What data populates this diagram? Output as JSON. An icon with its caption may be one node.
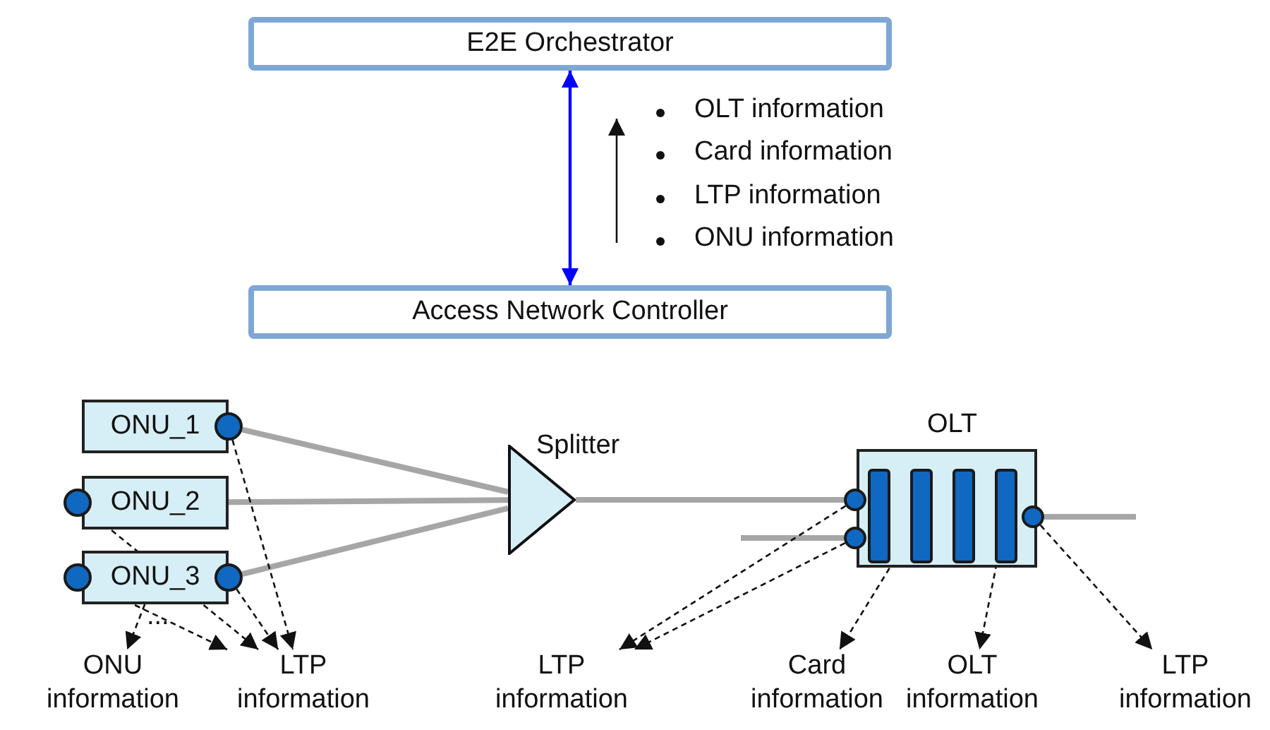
{
  "diagram": {
    "nodes": [
      {
        "text": [
          "E2E Orchestrator"
        ]
      },
      {
        "text": [
          "Access Network Controller"
        ]
      },
      {
        "text": [
          "ONU_1"
        ]
      },
      {
        "text": [],
        "shape": "circle"
      },
      {
        "text": [
          "ONU_2"
        ]
      },
      {
        "text": [],
        "shape": "circle"
      },
      {
        "text": [
          "ONU_3"
        ]
      },
      {
        "text": [],
        "shape": "circle"
      },
      {
        "text": [],
        "shape": "circle"
      },
      {
        "text": [
          "Splitter"
        ]
      },
      {
        "text": [
          "OLT"
        ]
      },
      {
        "text": [],
        "shape": "bar",
        "in": 10
      },
      {
        "text": [],
        "shape": "bar",
        "in": 10
      },
      {
        "text": [],
        "shape": "bar",
        "in": 10
      },
      {
        "text": [],
        "shape": "bar",
        "in": 10
      },
      {
        "text": [],
        "shape": "circle"
      },
      {
        "text": [],
        "shape": "circle"
      },
      {
        "text": [],
        "shape": "circle"
      },
      {
        "text": [
          "ONU information"
        ]
      },
      {
        "text": [
          "LTP information"
        ]
      },
      {
        "text": [
          "LTP information"
        ]
      },
      {
        "text": [
          "Card information"
        ]
      },
      {
        "text": [
          "OLT information"
        ]
      },
      {
        "text": [
          "LTP information"
        ]
      }
    ],
    "edges": [
      {
        "from": 0,
        "to": 1,
        "arrow": "both",
        "color": "#0000ff"
      },
      {
        "from": 3,
        "to": 9,
        "arrow": "none",
        "style": "thick",
        "color": "#a6a6a6"
      },
      {
        "from": 4,
        "to": 9,
        "arrow": "none",
        "style": "thick",
        "color": "#a6a6a6"
      },
      {
        "from": 8,
        "to": 9,
        "arrow": "none",
        "style": "thick",
        "color": "#a6a6a6"
      },
      {
        "from": 9,
        "to": 15,
        "arrow": "none",
        "style": "thick",
        "color": "#a6a6a6"
      },
      {
        "from": null,
        "to": 16,
        "arrow": "none",
        "style": "thick",
        "color": "#a6a6a6"
      },
      {
        "from": 17,
        "to": null,
        "arrow": "none",
        "style": "thick",
        "color": "#a6a6a6"
      },
      {
        "from": 3,
        "to": 19,
        "arrow": "to",
        "style": "dashed"
      },
      {
        "from": 5,
        "to": 19,
        "arrow": "to",
        "style": "dashed"
      },
      {
        "from": 7,
        "to": 19,
        "arrow": "to",
        "style": "dashed"
      },
      {
        "from": 8,
        "to": 19,
        "arrow": "to",
        "style": "dashed"
      },
      {
        "from": 6,
        "to": 18,
        "arrow": "to",
        "style": "dashed"
      },
      {
        "from": 15,
        "to": 20,
        "arrow": "to",
        "style": "dashed"
      },
      {
        "from": 16,
        "to": 20,
        "arrow": "to",
        "style": "dashed"
      },
      {
        "from": 12,
        "to": 21,
        "arrow": "to",
        "style": "dashed"
      },
      {
        "from": 14,
        "to": 22,
        "arrow": "to",
        "style": "dashed"
      },
      {
        "from": 17,
        "to": 23,
        "arrow": "to",
        "style": "dashed"
      }
    ],
    "labels": [
      "OLT information",
      "Card information",
      "LTP information",
      "ONU information",
      "..."
    ]
  }
}
